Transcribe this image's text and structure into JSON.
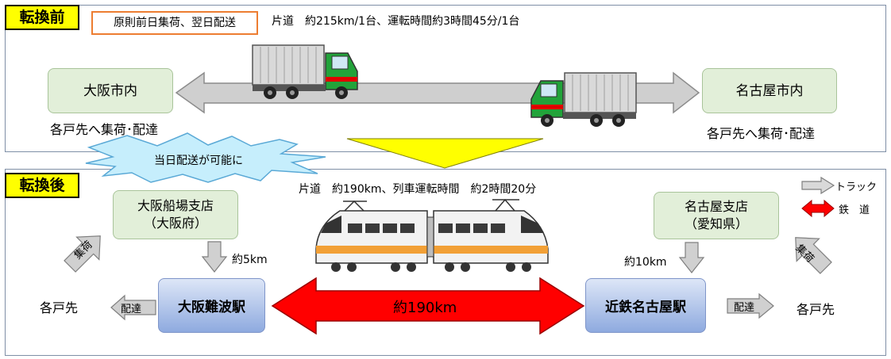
{
  "before": {
    "tag": "転換前",
    "note": "原則前日集荷、翌日配送",
    "route_info": "片道　約215km/1台、運転時間約3時間45分/1台",
    "origin": "大阪市内",
    "destination": "名古屋市内",
    "origin_caption": "各戸先へ集荷･配達",
    "destination_caption": "各戸先へ集荷･配達"
  },
  "burst": {
    "label": "当日配送が可能に"
  },
  "after": {
    "tag": "転換後",
    "route_info": "片道　約190km、列車運転時間　約2時間20分",
    "left_branch": {
      "line1": "大阪船場支店",
      "line2": "（大阪府）"
    },
    "right_branch": {
      "line1": "名古屋支店",
      "line2": "（愛知県）"
    },
    "left_station": "大阪難波駅",
    "right_station": "近鉄名古屋駅",
    "left_distance": "約5km",
    "right_distance": "約10km",
    "rail_distance": "約190km",
    "left_pickup": "集荷",
    "right_pickup": "集荷",
    "left_delivery": "配達",
    "right_delivery": "配達",
    "left_door": "各戸先",
    "right_door": "各戸先"
  },
  "legend": {
    "truck": "トラック",
    "rail": "鉄　道"
  },
  "colors": {
    "tag_bg": "#ffff00",
    "note_border": "#ed7d31",
    "rail_arrow": "#ff0000",
    "truck_arrow": "#c9c9c9",
    "branch_bg": "#e2efd9",
    "station_bg": "#8eaadf",
    "burst_bg": "#c6eefc"
  }
}
